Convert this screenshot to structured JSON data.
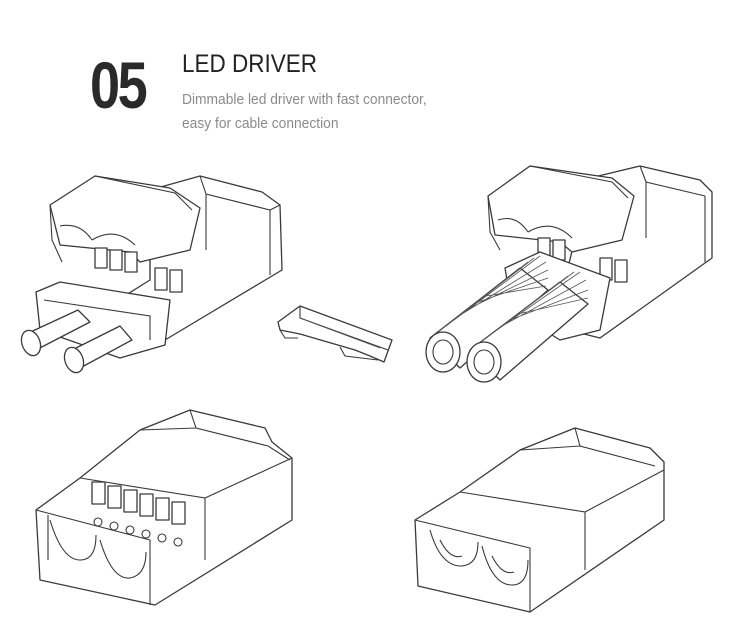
{
  "header": {
    "number": "05",
    "title": "LED DRIVER",
    "subtitle_line1": "Dimmable led driver with fast connector,",
    "subtitle_line2": "easy for cable connection"
  },
  "illustrations": [
    {
      "name": "driver-open-with-solid-cables-illustration"
    },
    {
      "name": "cable-clamp-bar-illustration"
    },
    {
      "name": "driver-open-with-corrugated-conduits-illustration"
    },
    {
      "name": "driver-open-terminal-block-illustration"
    },
    {
      "name": "driver-closed-cover-illustration"
    }
  ]
}
